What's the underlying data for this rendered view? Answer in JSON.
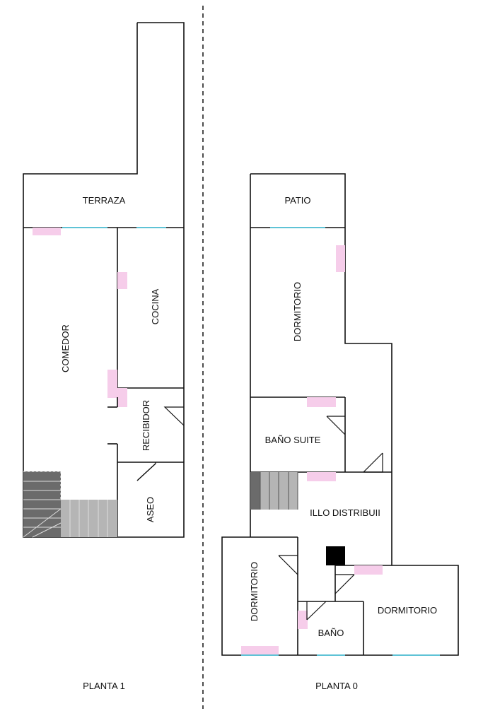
{
  "plans": {
    "planta1": {
      "caption": "PLANTA 1",
      "rooms": {
        "terraza": "TERRAZA",
        "comedor": "COMEDOR",
        "cocina": "COCINA",
        "recibidor": "RECIBIDOR",
        "aseo": "ASEO"
      }
    },
    "planta0": {
      "caption": "PLANTA 0",
      "rooms": {
        "patio": "PATIO",
        "dormitorio_top": "DORMITORIO",
        "bano_suite": "BAÑO SUITE",
        "distribuidor": "ILLO DISTRIBUII",
        "dormitorio_left": "DORMITORIO",
        "bano": "BAÑO",
        "dormitorio_right": "DORMITORIO"
      }
    }
  },
  "colors": {
    "wall": "#111111",
    "window": "#5fc3d6",
    "radiator": "#f6cdea",
    "stair_dark": "#6b6b6b",
    "stair_light": "#b5b5b5"
  }
}
